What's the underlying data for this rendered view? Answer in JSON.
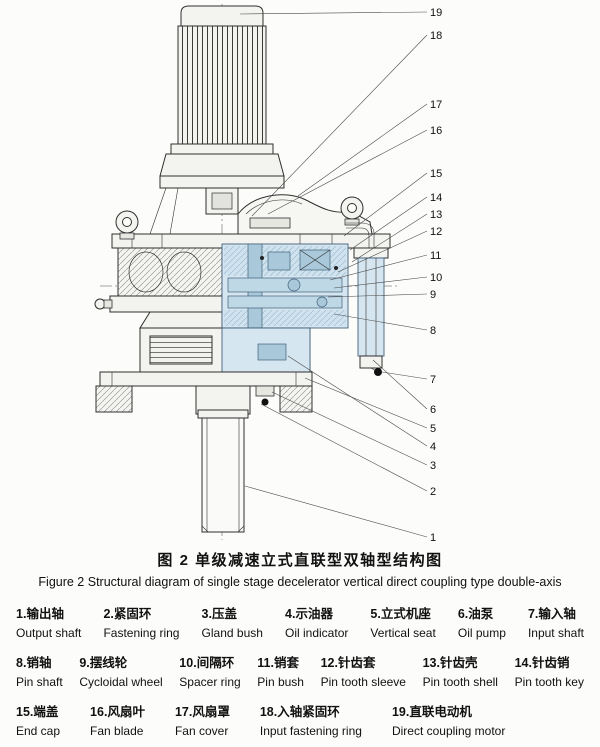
{
  "figure": {
    "title_zh": "图 2  单级减速立式直联型双轴型结构图",
    "title_en": "Figure 2 Structural diagram of single stage decelerator vertical direct coupling type double-axis"
  },
  "callouts": [
    "19",
    "18",
    "17",
    "16",
    "15",
    "14",
    "13",
    "12",
    "11",
    "10",
    "9",
    "8",
    "7",
    "6",
    "5",
    "4",
    "3",
    "2",
    "1"
  ],
  "legend_rows": [
    [
      {
        "num": "1.",
        "zh": "输出轴",
        "en": "Output shaft"
      },
      {
        "num": "2.",
        "zh": "紧固环",
        "en": "Fastening ring"
      },
      {
        "num": "3.",
        "zh": "压盖",
        "en": "Gland bush"
      },
      {
        "num": "4.",
        "zh": "示油器",
        "en": "Oil indicator"
      },
      {
        "num": "5.",
        "zh": "立式机座",
        "en": "Vertical seat"
      },
      {
        "num": "6.",
        "zh": "油泵",
        "en": "Oil pump"
      },
      {
        "num": "7.",
        "zh": "输入轴",
        "en": "Input shaft"
      }
    ],
    [
      {
        "num": "8.",
        "zh": "销轴",
        "en": "Pin shaft"
      },
      {
        "num": "9.",
        "zh": "摆线轮",
        "en": "Cycloidal wheel"
      },
      {
        "num": "10.",
        "zh": "间隔环",
        "en": "Spacer ring"
      },
      {
        "num": "11.",
        "zh": "销套",
        "en": "Pin bush"
      },
      {
        "num": "12.",
        "zh": "针齿套",
        "en": "Pin tooth sleeve"
      },
      {
        "num": "13.",
        "zh": "针齿壳",
        "en": "Pin tooth shell"
      },
      {
        "num": "14.",
        "zh": "针齿销",
        "en": "Pin tooth key"
      }
    ],
    [
      {
        "num": "15.",
        "zh": "端盖",
        "en": "End cap"
      },
      {
        "num": "16.",
        "zh": "风扇叶",
        "en": "Fan blade"
      },
      {
        "num": "17.",
        "zh": "风扇罩",
        "en": "Fan cover"
      },
      {
        "num": "18.",
        "zh": "入轴紧固环",
        "en": "Input fastening ring"
      },
      {
        "num": "19.",
        "zh": "直联电动机",
        "en": "Direct coupling motor"
      }
    ]
  ],
  "colors": {
    "section_blue": "#d6e6f0",
    "section_mid": "#bfd8e6",
    "section_dark": "#a9c8da",
    "line": "#2f2f2f",
    "page_bg": "#fcfcfa"
  }
}
